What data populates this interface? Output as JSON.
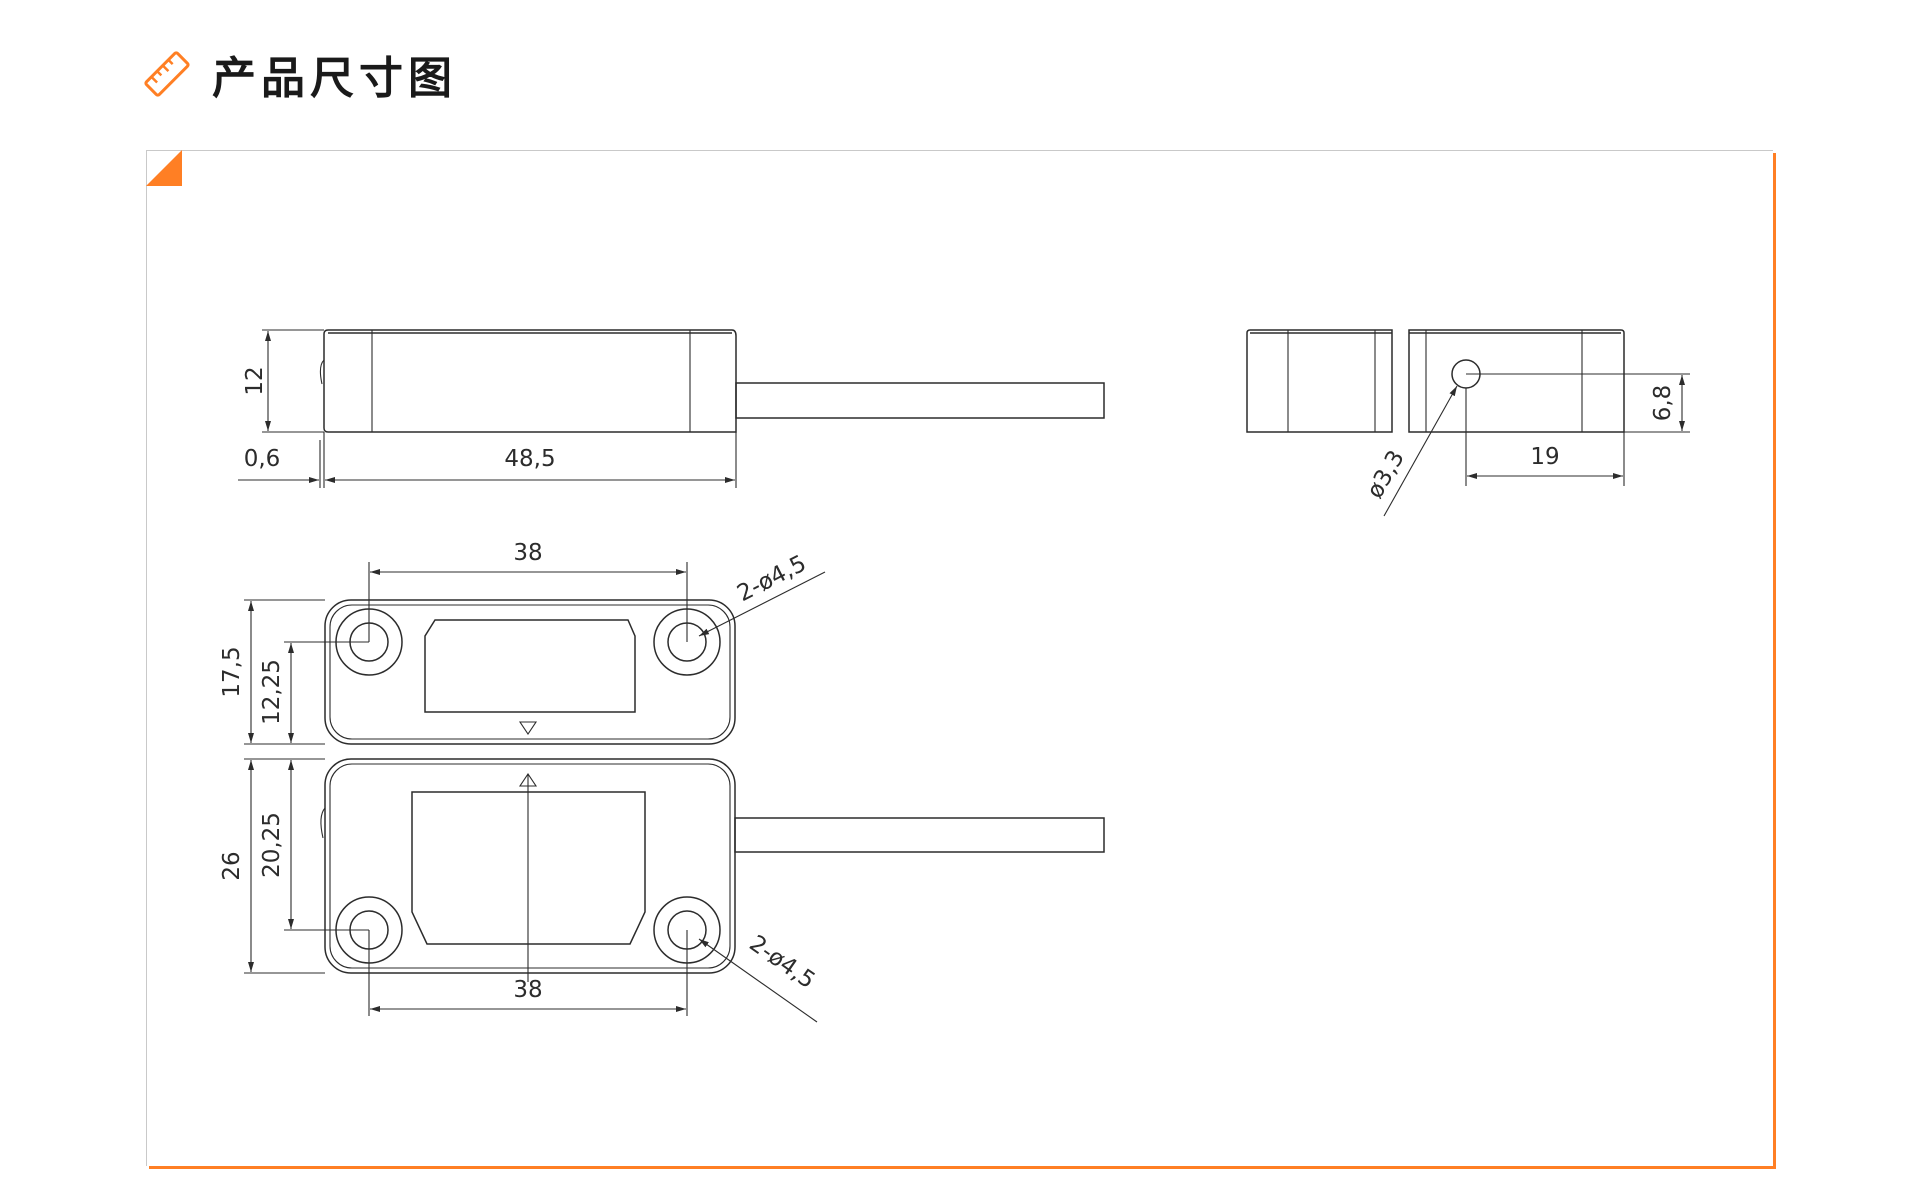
{
  "header": {
    "title": "产品尺寸图",
    "icon": "ruler-icon",
    "accent_color": "#ff7f24"
  },
  "dimensions": {
    "side_height": "12",
    "side_offset": "0,6",
    "side_length": "48,5",
    "end_hole_diameter": "ø3,3",
    "end_hole_height": "6,8",
    "end_hole_offset": "19",
    "top_hole_spacing": "38",
    "top_holes": "2-ø4,5",
    "top_width": "17,5",
    "top_hole_center": "12,25",
    "bottom_width": "26",
    "bottom_hole_center": "20,25",
    "bottom_hole_spacing": "38",
    "bottom_holes": "2-ø4,5"
  }
}
